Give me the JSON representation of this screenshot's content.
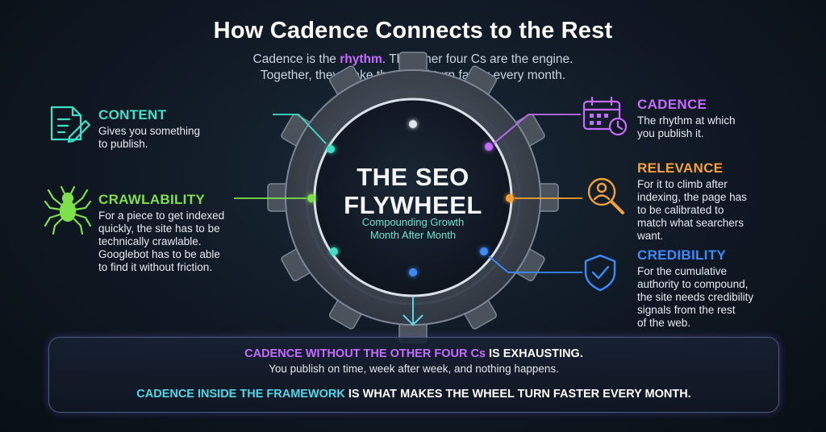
{
  "header": {
    "title": "How Cadence Connects to the Rest",
    "subtitle_pre": "Cadence is the ",
    "subtitle_highlight": "rhythm",
    "subtitle_post": ". The other four Cs are the engine.",
    "subtitle_line2": "Together, they make the wheel turn faster every month."
  },
  "center": {
    "title_line1": "THE SEO",
    "title_line2": "FLYWHEEL",
    "sub_line1": "Compounding Growth",
    "sub_line2": "Month After Month"
  },
  "cards": {
    "content": {
      "heading": "CONTENT",
      "body_lines": [
        "Gives you something",
        "to publish."
      ],
      "color": "#3fe0c8",
      "icon": "document-pen-icon"
    },
    "crawlability": {
      "heading": "CRAWLABILITY",
      "body_lines": [
        "For a piece to get indexed",
        "quickly, the site has to be",
        "technically crawlable.",
        "Googlebot has to be able",
        "to find it without friction."
      ],
      "color": "#7ee04a",
      "icon": "spider-icon"
    },
    "cadence": {
      "heading": "CADENCE",
      "body_lines": [
        "The rhythm at which",
        "you publish it."
      ],
      "color": "#c56bff",
      "icon": "calendar-clock-icon"
    },
    "relevance": {
      "heading": "RELEVANCE",
      "body_lines": [
        "For it to climb after",
        "indexing, the page has",
        "to be calibrated to",
        "match what searchers",
        "want."
      ],
      "color": "#f5a232",
      "icon": "magnifier-person-icon"
    },
    "credibility": {
      "heading": "CREDIBILITY",
      "body_lines": [
        "For the cumulative",
        "authority to compound,",
        "the site needs credibility",
        "signals from the rest",
        "of the web."
      ],
      "color": "#3b8bff",
      "icon": "shield-check-icon"
    }
  },
  "bottom": {
    "line1_highlight": "CADENCE WITHOUT THE OTHER FOUR Cs",
    "line1_rest": " IS EXHAUSTING.",
    "line2": "You publish on time, week after week, and nothing happens.",
    "line3_highlight": "CADENCE INSIDE THE FRAMEWORK",
    "line3_rest": " IS WHAT MAKES THE WHEEL TURN FASTER EVERY MONTH."
  }
}
